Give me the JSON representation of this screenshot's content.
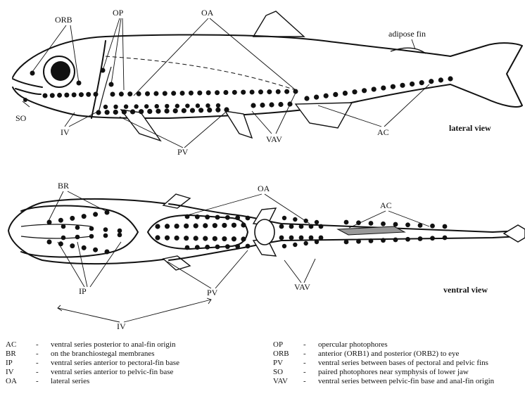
{
  "labels": {
    "orb": "ORB",
    "op": "OP",
    "oa": "OA",
    "adipose_fin": "adipose fin",
    "so": "SO",
    "iv": "IV",
    "pv": "PV",
    "vav": "VAV",
    "ac": "AC",
    "br": "BR",
    "ip": "IP"
  },
  "views": {
    "lateral": "lateral view",
    "ventral": "ventral view"
  },
  "legend": {
    "dash": "-",
    "left": [
      {
        "abbr": "AC",
        "desc": "ventral series posterior to anal-fin origin"
      },
      {
        "abbr": "BR",
        "desc": "on the branchiostegal membranes"
      },
      {
        "abbr": "IP",
        "desc": "ventral series anterior to pectoral-fin base"
      },
      {
        "abbr": "IV",
        "desc": "ventral series anterior to pelvic-fin base"
      },
      {
        "abbr": "OA",
        "desc": "lateral series"
      }
    ],
    "right": [
      {
        "abbr": "OP",
        "desc": "opercular photophores"
      },
      {
        "abbr": "ORB",
        "desc": "anterior (ORB1) and posterior (ORB2) to eye"
      },
      {
        "abbr": "PV",
        "desc": "ventral series between bases of pectoral and pelvic fins"
      },
      {
        "abbr": "SO",
        "desc": "paired photophores near symphysis of lower jaw"
      },
      {
        "abbr": "VAV",
        "desc": "ventral series between pelvic-fin base and anal-fin origin"
      }
    ]
  }
}
